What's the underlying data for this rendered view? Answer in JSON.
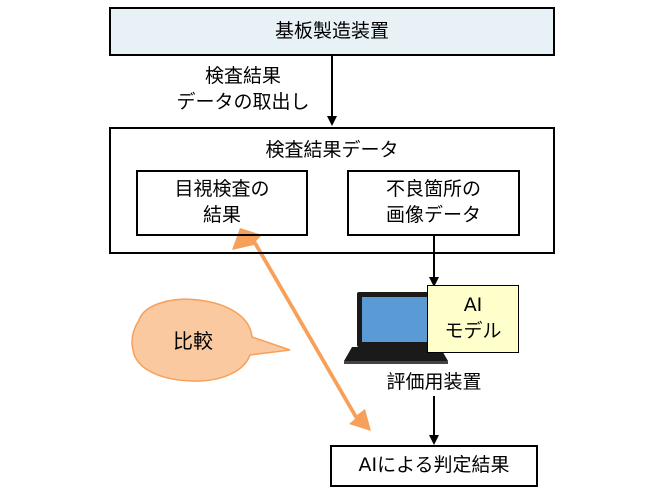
{
  "colors": {
    "top_box_fill": "#e8f1f5",
    "ai_model_fill": "#ffffcc",
    "compare_arrow": "#f6a05a",
    "bubble_fill": "#fac9a0",
    "bubble_stroke": "#f6a05a",
    "laptop_screen": "#5b9bd5",
    "laptop_body": "#1a1a1a"
  },
  "icons": {
    "computer": "laptop-icon"
  },
  "diagram": {
    "top_box": "基板製造装置",
    "extract_label": "検査結果\nデータの取出し",
    "data_box_title": "検査結果データ",
    "visual_result": "目視検査の\n結果",
    "defect_image": "不良箇所の\n画像データ",
    "ai_model": "AI\nモデル",
    "evaluator": "評価用装置",
    "ai_result": "AIによる判定結果",
    "compare": "比較"
  }
}
